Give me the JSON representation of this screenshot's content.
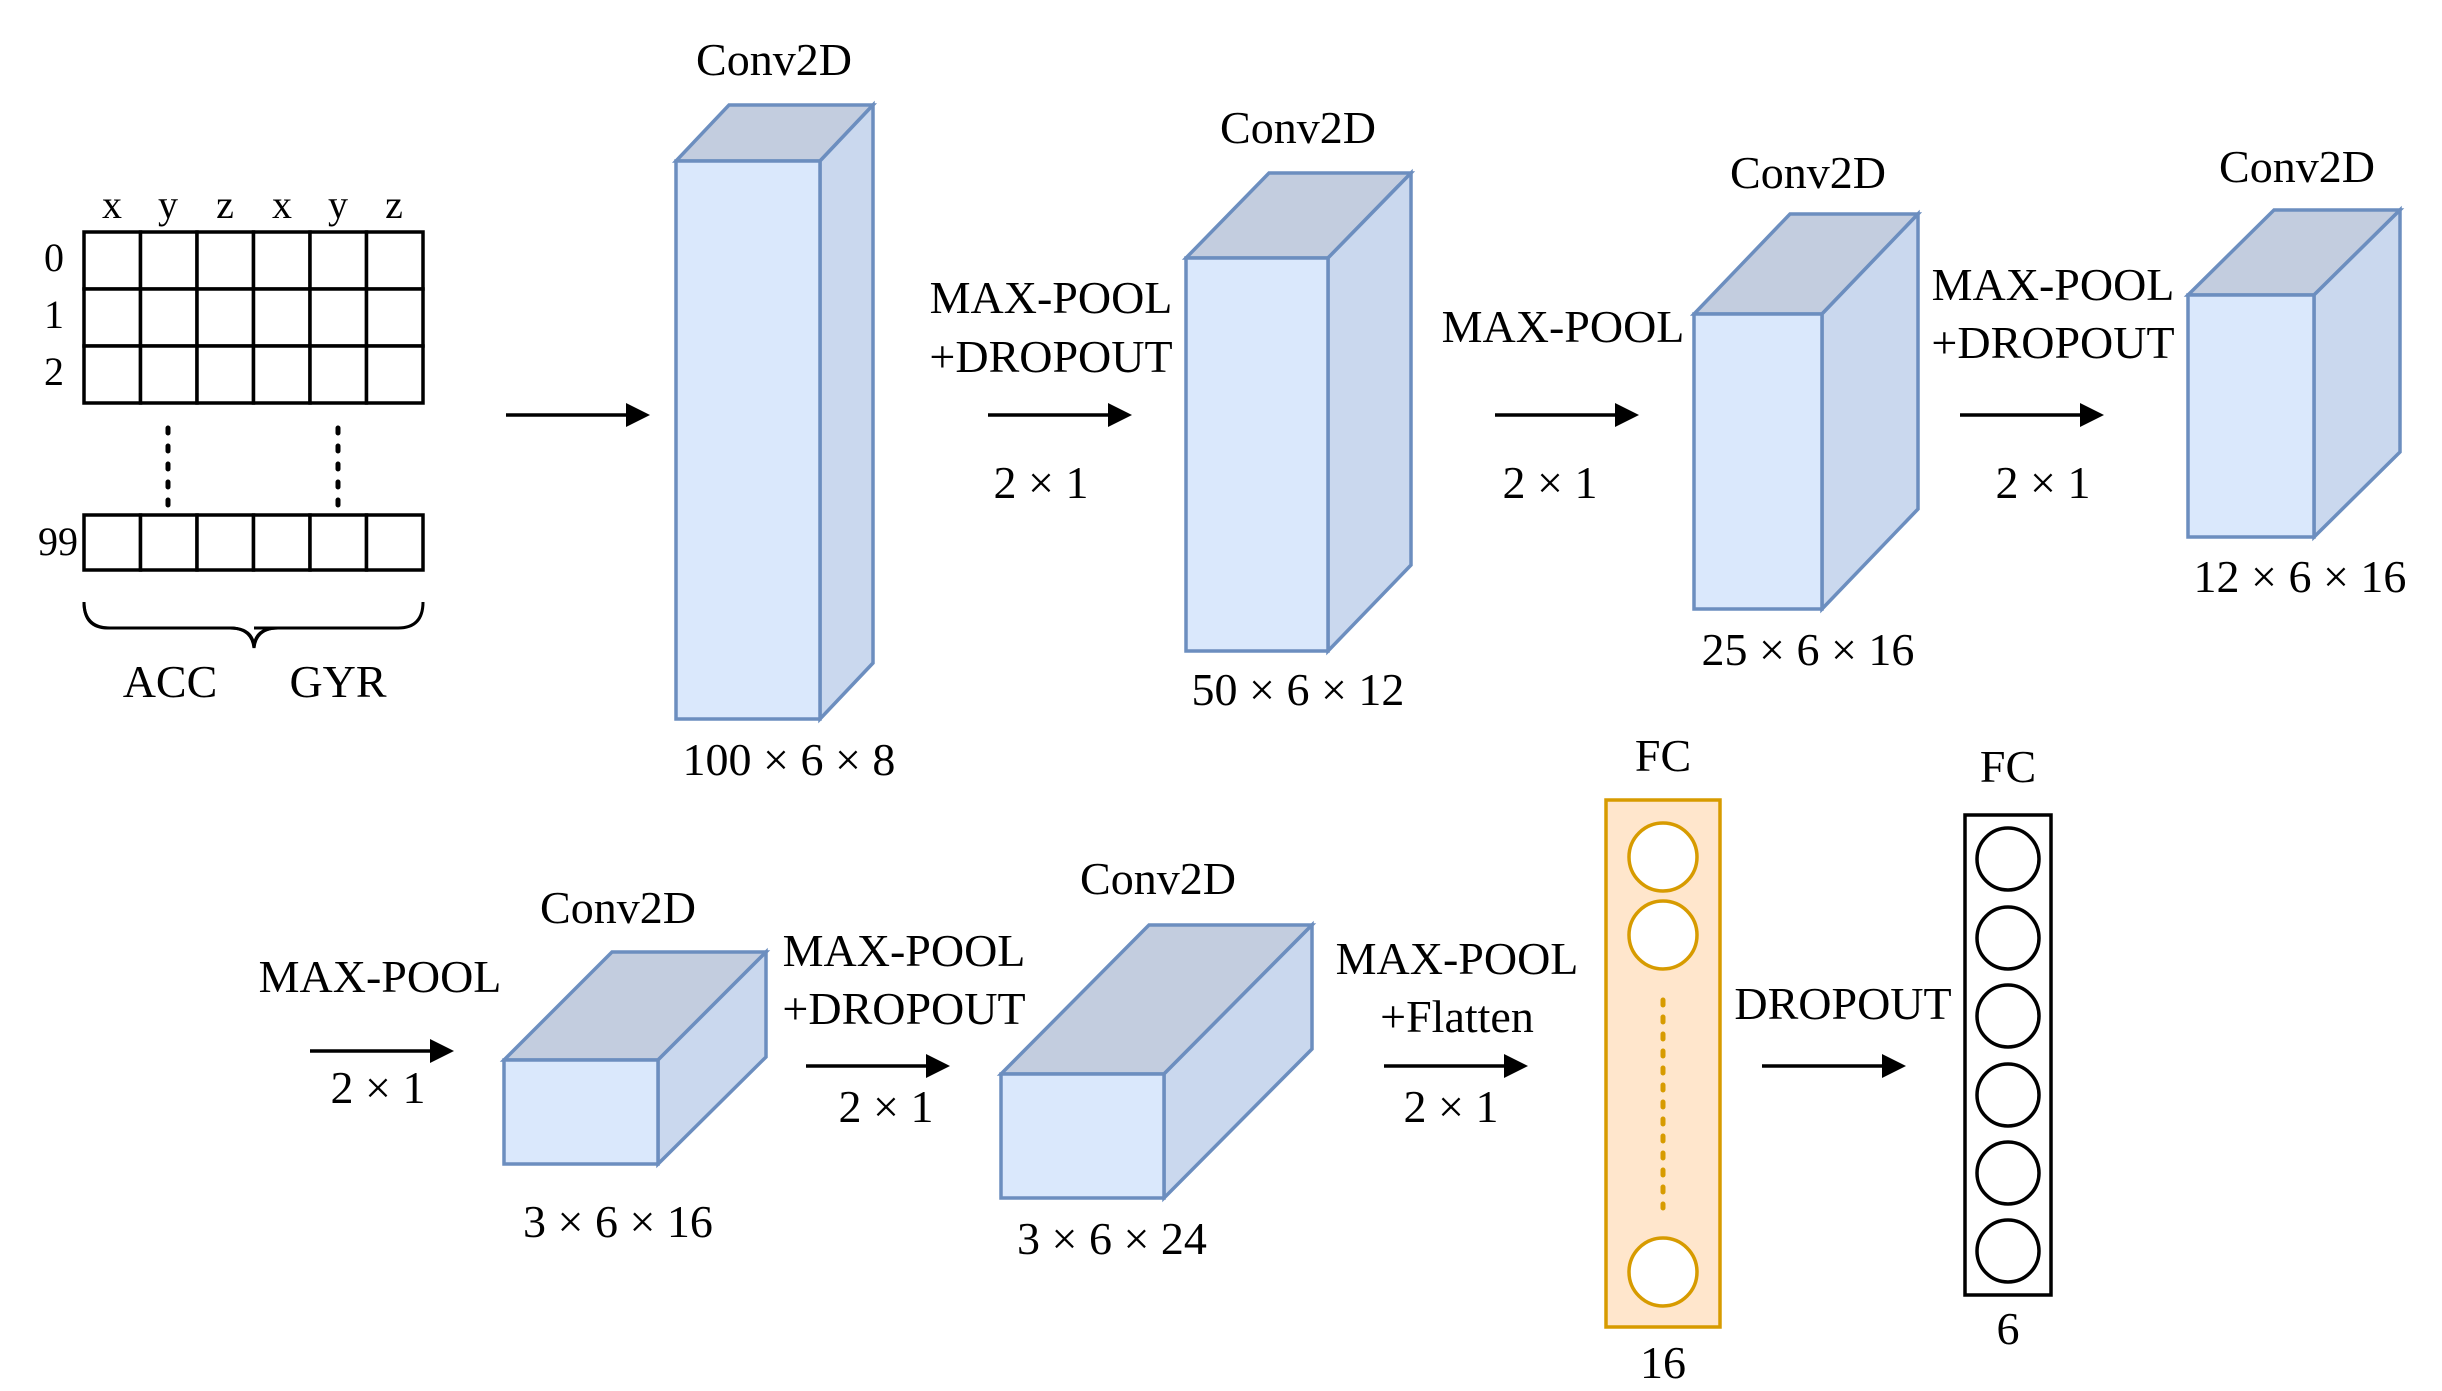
{
  "input": {
    "column_labels": [
      "x",
      "y",
      "z",
      "x",
      "y",
      "z"
    ],
    "row_labels": [
      "0",
      "1",
      "2"
    ],
    "last_row_label": "99",
    "group_labels": [
      "ACC",
      "GYR"
    ]
  },
  "layers": [
    {
      "label": "Conv2D",
      "shape": "100 × 6 × 8"
    },
    {
      "label": "Conv2D",
      "shape": "50 × 6 × 12"
    },
    {
      "label": "Conv2D",
      "shape": "25 × 6 × 16"
    },
    {
      "label": "Conv2D",
      "shape": "12 × 6 × 16"
    },
    {
      "label": "Conv2D",
      "shape": "3 × 6 × 16"
    },
    {
      "label": "Conv2D",
      "shape": "3 × 6 × 24"
    }
  ],
  "transitions": [
    {
      "lines": [],
      "size": ""
    },
    {
      "lines": [
        "MAX-POOL",
        "+DROPOUT"
      ],
      "size": "2 × 1"
    },
    {
      "lines": [
        "MAX-POOL"
      ],
      "size": "2 × 1"
    },
    {
      "lines": [
        "MAX-POOL",
        "+DROPOUT"
      ],
      "size": "2 × 1"
    },
    {
      "lines": [
        "MAX-POOL"
      ],
      "size": "2 × 1"
    },
    {
      "lines": [
        "MAX-POOL",
        "+DROPOUT"
      ],
      "size": "2 × 1"
    },
    {
      "lines": [
        "MAX-POOL",
        "+Flatten"
      ],
      "size": "2 × 1"
    },
    {
      "lines": [
        "DROPOUT"
      ],
      "size": ""
    }
  ],
  "fc_layers": [
    {
      "label": "FC",
      "units": "16",
      "color": "#d79b00",
      "fill": "#ffe6cc"
    },
    {
      "label": "FC",
      "units": "6",
      "color": "#000000",
      "fill": "#ffffff"
    }
  ]
}
